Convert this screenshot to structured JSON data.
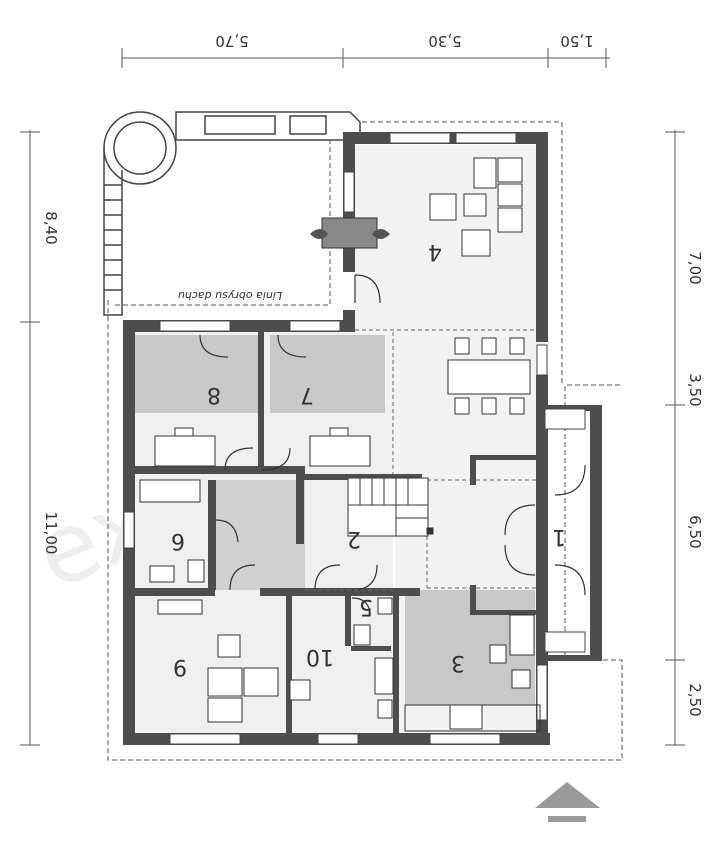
{
  "watermark": "extradom",
  "roof_outline_label": "Linia obrysu dachu",
  "dimensions": {
    "top": [
      "5,70",
      "5,30",
      "1,50"
    ],
    "left": [
      "8,40",
      "11,00"
    ],
    "right": [
      "7,00",
      "3,50",
      "6,50",
      "2,50"
    ]
  },
  "rooms": [
    {
      "id": "1",
      "number": "1"
    },
    {
      "id": "2",
      "number": "2"
    },
    {
      "id": "3",
      "number": "3"
    },
    {
      "id": "4",
      "number": "4"
    },
    {
      "id": "5",
      "number": "5"
    },
    {
      "id": "6",
      "number": "6"
    },
    {
      "id": "7",
      "number": "7"
    },
    {
      "id": "8",
      "number": "8"
    },
    {
      "id": "9",
      "number": "9"
    },
    {
      "id": "10",
      "number": "10"
    }
  ],
  "colors": {
    "wall": "#4d4d4d",
    "floor_light": "#efefef",
    "floor_mid": "#c8c8c8",
    "line": "#333333",
    "arrow": "#9a9a9a"
  }
}
